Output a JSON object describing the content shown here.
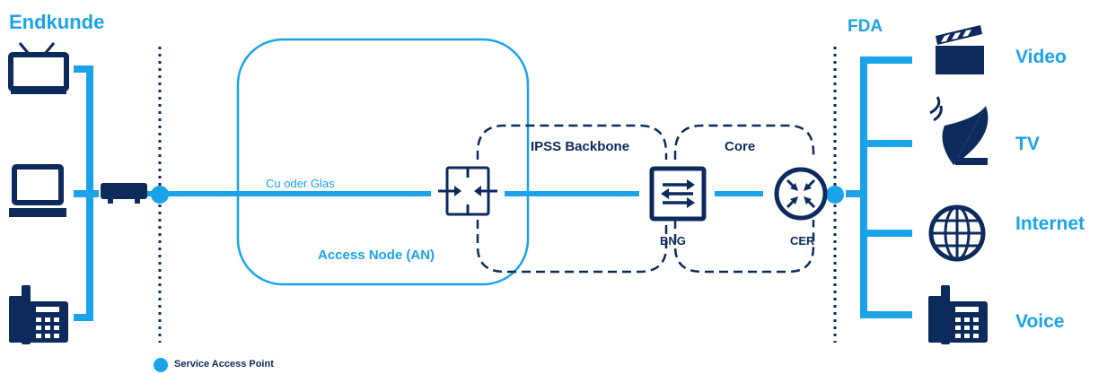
{
  "colors": {
    "accent": "#1aa3e8",
    "dark": "#0d2a5c",
    "background": "#ffffff"
  },
  "left": {
    "title": "Endkunde",
    "devices": [
      {
        "name": "tv",
        "icon": "tv-icon"
      },
      {
        "name": "computer",
        "icon": "computer-icon"
      },
      {
        "name": "phone",
        "icon": "desk-phone-icon"
      }
    ],
    "cpe_icon": "modem-icon"
  },
  "links": {
    "access_link": "Cu oder Glas"
  },
  "zones": {
    "access_node": "Access Node (AN)",
    "ipss_backbone": "IPSS Backbone",
    "core": "Core"
  },
  "nodes": {
    "an_icon": "access-node-icon",
    "bng": "BNG",
    "bng_icon": "bng-switch-icon",
    "cer": "CER",
    "cer_icon": "router-icon"
  },
  "right": {
    "title": "FDA",
    "services": [
      {
        "label": "Video",
        "icon": "clapperboard-icon"
      },
      {
        "label": "TV",
        "icon": "satellite-dish-icon"
      },
      {
        "label": "Internet",
        "icon": "globe-icon"
      },
      {
        "label": "Voice",
        "icon": "desk-phone-icon"
      }
    ]
  },
  "legend": {
    "service_access_point": "Service Access Point"
  }
}
